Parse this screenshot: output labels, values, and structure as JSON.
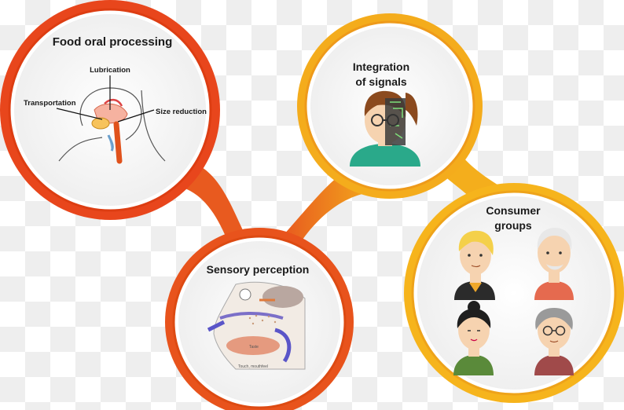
{
  "nodes": {
    "food_oral_processing": {
      "title": "Food oral processing",
      "labels": {
        "lubrication": "Lubrication",
        "transportation": "Transportation",
        "size_reduction": "Size reduction"
      }
    },
    "integration": {
      "title_line1": "Integration",
      "title_line2": "of signals"
    },
    "sensory": {
      "title": "Sensory perception",
      "labels": {
        "taste": "Taste",
        "touch": "Touch, mouthfeel"
      }
    },
    "consumer": {
      "title_line1": "Consumer",
      "title_line2": "groups"
    }
  },
  "colors": {
    "red_ring": "#e64a1e",
    "orange_ring": "#f08a1c",
    "yellow_ring": "#f5b71a",
    "face_skin": "#f6d3b0"
  }
}
